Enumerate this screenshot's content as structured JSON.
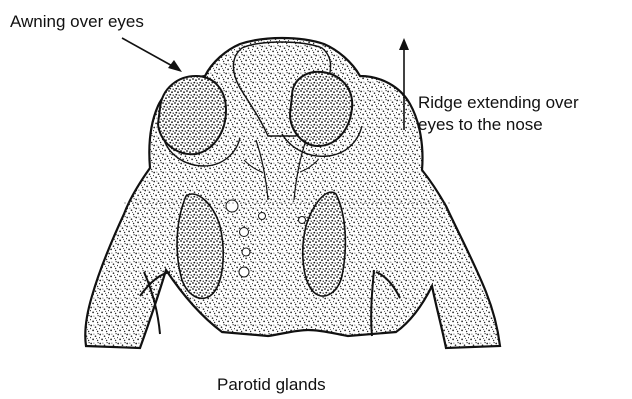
{
  "labels": {
    "awning": "Awning over eyes",
    "ridge_line1": "Ridge extending over",
    "ridge_line2": "eyes to the nose",
    "parotid": "Parotid glands"
  },
  "colors": {
    "ink": "#111111",
    "stipple": "#2a2a2a",
    "background": "#ffffff"
  }
}
